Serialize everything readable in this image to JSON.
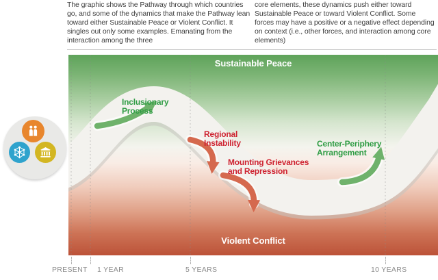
{
  "intro": {
    "col1": "The graphic shows the Pathway through which countries go, and some of the dynamics that make the Pathway lean toward either Sustainable Peace or Violent Conflict. It singles out only some examples. Emanating from the interaction among the three",
    "col2": "core elements, these dynamics push either toward Sustainable Peace or toward Violent Conflict. Some forces may have a positive or a negative effect depending on context (i.e., other forces, and interaction among core elements)"
  },
  "diagram": {
    "zones": {
      "top": "Sustainable Peace",
      "bottom": "Violent Conflict"
    },
    "labels": [
      {
        "line1": "Inclusionary",
        "line2": "Process",
        "tone": "positive"
      },
      {
        "line1": "Regional",
        "line2": "Instability",
        "tone": "negative"
      },
      {
        "line1": "Mounting Grievances",
        "line2": "and Repression",
        "tone": "negative"
      },
      {
        "line1": "Center-Periphery",
        "line2": "Arrangement",
        "tone": "positive"
      }
    ]
  },
  "core_elements": {
    "icons": [
      {
        "name": "people-icon",
        "color": "#e8862d"
      },
      {
        "name": "network-icon",
        "color": "#2fa3cd"
      },
      {
        "name": "institution-icon",
        "color": "#d3b622"
      }
    ]
  },
  "timeline": {
    "ticks": [
      {
        "label": "PRESENT"
      },
      {
        "label": "1 YEAR"
      },
      {
        "label": "5 YEARS"
      },
      {
        "label": "10 YEARS"
      }
    ]
  },
  "colors": {
    "positive_text": "#2f9c44",
    "negative_text": "#ce2230",
    "zone_top_green": "#5ea35a",
    "zone_bottom_red": "#bc5238",
    "pathway_band": "#f3f2ee",
    "arrow_green": "#6fb26b",
    "arrow_red": "#d5694e",
    "timeline_text": "#8a8a8a"
  }
}
